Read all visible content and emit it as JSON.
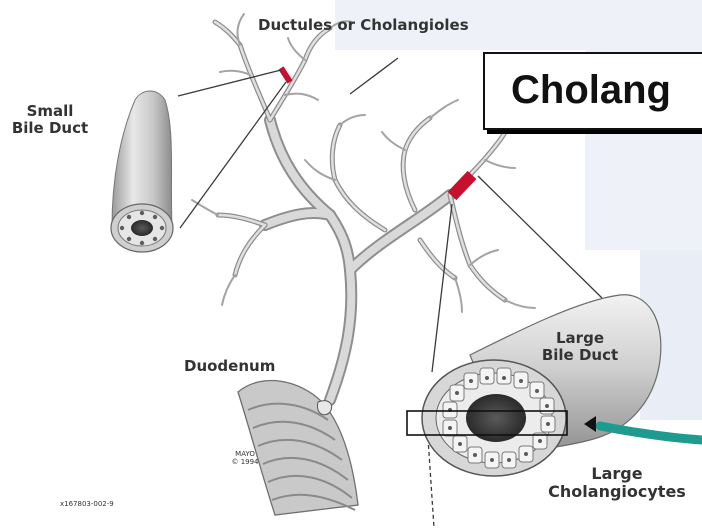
{
  "labels": {
    "ductules": "Ductules or Cholangioles",
    "small_duct_line1": "Small",
    "small_duct_line2": "Bile Duct",
    "duodenum": "Duodenum",
    "large_duct_line1": "Large",
    "large_duct_line2": "Bile Duct",
    "cholangiocytes_line1": "Large",
    "cholangiocytes_line2": "Cholangiocytes",
    "mayo_line1": "MAYO",
    "mayo_line2": "© 1994",
    "code": "x167803-002-9"
  },
  "title_box": {
    "text": "Cholang"
  },
  "colors": {
    "page_bg": "#ffffff",
    "panel_bg": "#eef2f8",
    "duct_fill": "#d4d4d4",
    "duct_stroke": "#8a8a8a",
    "highlight_red": "#c8102e",
    "teal_arrow": "#1e9a8e",
    "label_text": "#333333"
  },
  "icons": [
    "red-segment-highlight",
    "teal-curved-arrow"
  ]
}
